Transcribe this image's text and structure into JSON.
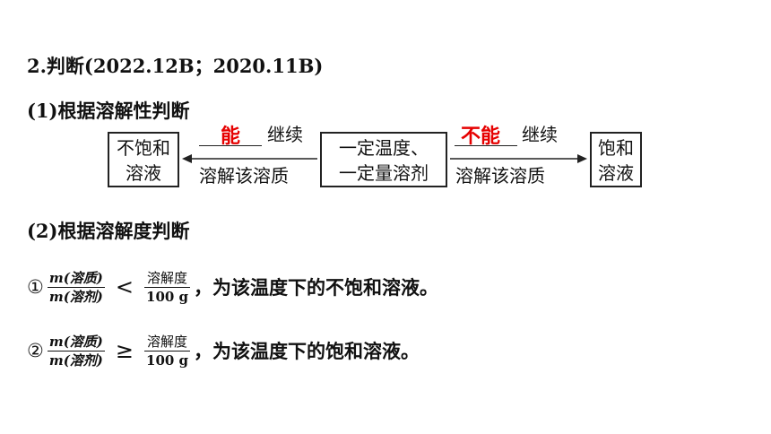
{
  "title": "2.判断(2022.12B；2020.11B)",
  "section1": {
    "heading": "(1)根据溶解性判断",
    "left_box": [
      "不饱和",
      "溶液"
    ],
    "middle_box": [
      "一定温度、",
      "一定量溶剂"
    ],
    "right_box": [
      "饱和",
      "溶液"
    ],
    "left_arrow": {
      "answer": "能",
      "after_blank": "继续",
      "below": "溶解该溶质"
    },
    "right_arrow": {
      "answer": "不能",
      "after_blank": "继续",
      "below": "溶解该溶质"
    },
    "answer_color": "#e60000"
  },
  "section2": {
    "heading": "(2)根据溶解度判断",
    "items": [
      {
        "marker": "①",
        "lhs_num": "m(溶质)",
        "lhs_den": "m(溶剂)",
        "operator": "<",
        "rhs_num": "溶解度",
        "rhs_den": "100 g",
        "conclusion": "，为该温度下的不饱和溶液。"
      },
      {
        "marker": "②",
        "lhs_num": "m(溶质)",
        "lhs_den": "m(溶剂)",
        "operator": "≥",
        "rhs_num": "溶解度",
        "rhs_den": "100 g",
        "conclusion": "，为该温度下的饱和溶液。"
      }
    ]
  }
}
